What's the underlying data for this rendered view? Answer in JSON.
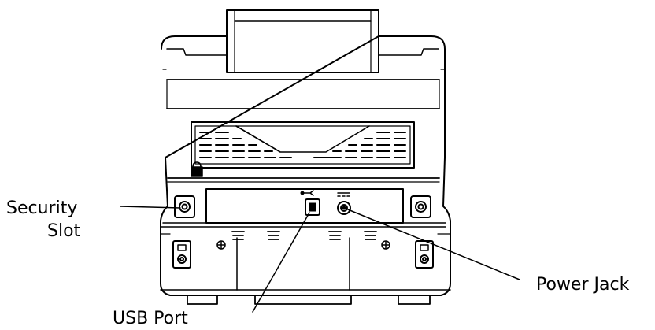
{
  "callouts": {
    "security_slot_line1": "Security",
    "security_slot_line2": "Slot",
    "power_jack": "Power Jack",
    "usb_port": "USB Port"
  },
  "icons": {
    "usb": "usb-icon",
    "dc_power": "dc-power-icon",
    "lock": "lock-icon"
  },
  "colors": {
    "line": "#000000",
    "background": "#ffffff",
    "port_fill": "#000000"
  }
}
